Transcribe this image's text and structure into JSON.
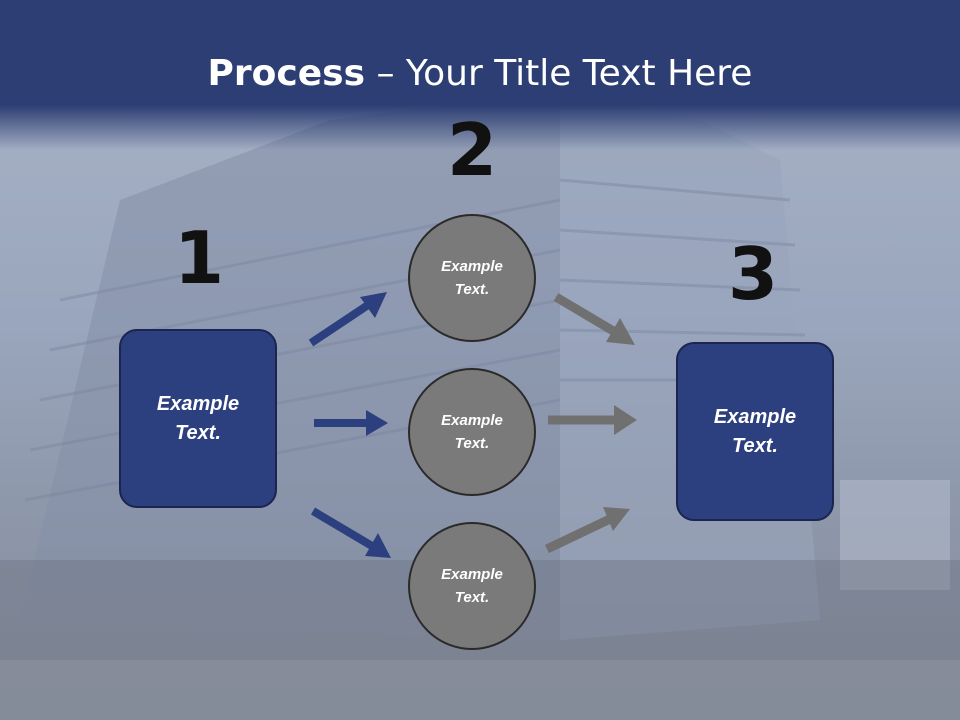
{
  "title": {
    "bold": "Process",
    "separator": " – ",
    "rest": "Your Title Text Here"
  },
  "numbers": {
    "step1": "1",
    "step2": "2",
    "step3": "3"
  },
  "left_box": {
    "text": "Example\nText."
  },
  "right_box": {
    "text": "Example\nText."
  },
  "circles": [
    {
      "text": "Example\nText."
    },
    {
      "text": "Example\nText."
    },
    {
      "text": "Example\nText."
    }
  ],
  "colors": {
    "header": "#2c3e73",
    "box_fill": "#2c3f7f",
    "circle_fill": "#7a7a7a",
    "blue_arrow": "#2c3f7f",
    "gray_arrow": "#707070"
  }
}
